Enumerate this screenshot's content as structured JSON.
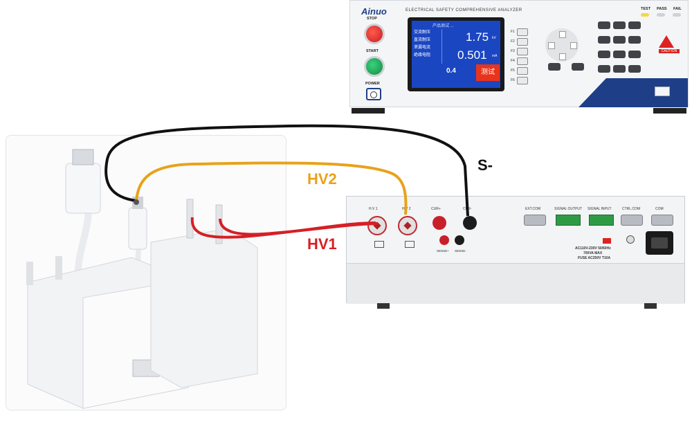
{
  "front_panel": {
    "brand": "Ainuo",
    "model_title": "ELECTRICAL SAFETY COMPREHENSIVE ANALYZER",
    "stop_label": "STOP",
    "start_label": "START",
    "power_label": "POWER",
    "indicators": [
      "TEST",
      "PASS",
      "FAIL"
    ],
    "screen": {
      "header": "产品测试 ...",
      "menu_items": [
        "交流耐压",
        "直流耐压",
        "泄漏电流",
        "绝缘电阻"
      ],
      "reading_1": "1.75",
      "reading_1_unit": "kV",
      "reading_2": "0.501",
      "reading_2_unit": "mA",
      "reading_3": "0.4",
      "test_button": "测试"
    },
    "f_keys": [
      "F1",
      "F2",
      "F3",
      "F4",
      "F5",
      "F6"
    ],
    "caution_label": "CAUTION"
  },
  "rear_panel": {
    "labels": {
      "hv1": "H.V 1",
      "hv2": "H.V 2",
      "cur_plus": "CUR+",
      "cur_minus": "CUR-",
      "sense_plus": "SENSE+",
      "sense_minus": "SENSE-",
      "ext_com": "EXT.COM",
      "signal_output": "SIGNAL OUTPUT",
      "signal_input": "SIGNAL INPUT",
      "ctrl_com": "CTRL.COM",
      "com": "COM",
      "power_spec": "AC110V-230V 50/60Hz",
      "power_spec_2": "700VA MAX",
      "power_spec_3": "FUSE AC250V T10A"
    }
  },
  "callouts": {
    "hv2": "HV2",
    "hv1": "HV1",
    "s_minus": "S-"
  },
  "colors": {
    "hv2_wire": "#e8a21a",
    "hv1_wire": "#d61f26",
    "s_minus_wire": "#111111",
    "lcd_blue": "#1b46c2",
    "accent_navy": "#1e3f87"
  }
}
